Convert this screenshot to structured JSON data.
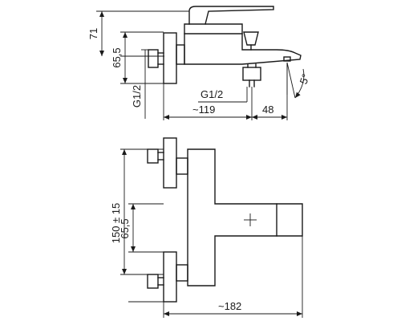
{
  "diagram": {
    "side_view": {
      "dim_height_total": "71",
      "dim_height_inlet": "65,5",
      "dim_thread_left": "G1/2",
      "dim_thread_bottom": "G1/2",
      "dim_depth": "~119",
      "dim_spout": "48",
      "dim_angle": "5°"
    },
    "front_view": {
      "dim_centers": "150 ± 15",
      "dim_inlet": "65,5",
      "dim_width": "~182"
    }
  }
}
